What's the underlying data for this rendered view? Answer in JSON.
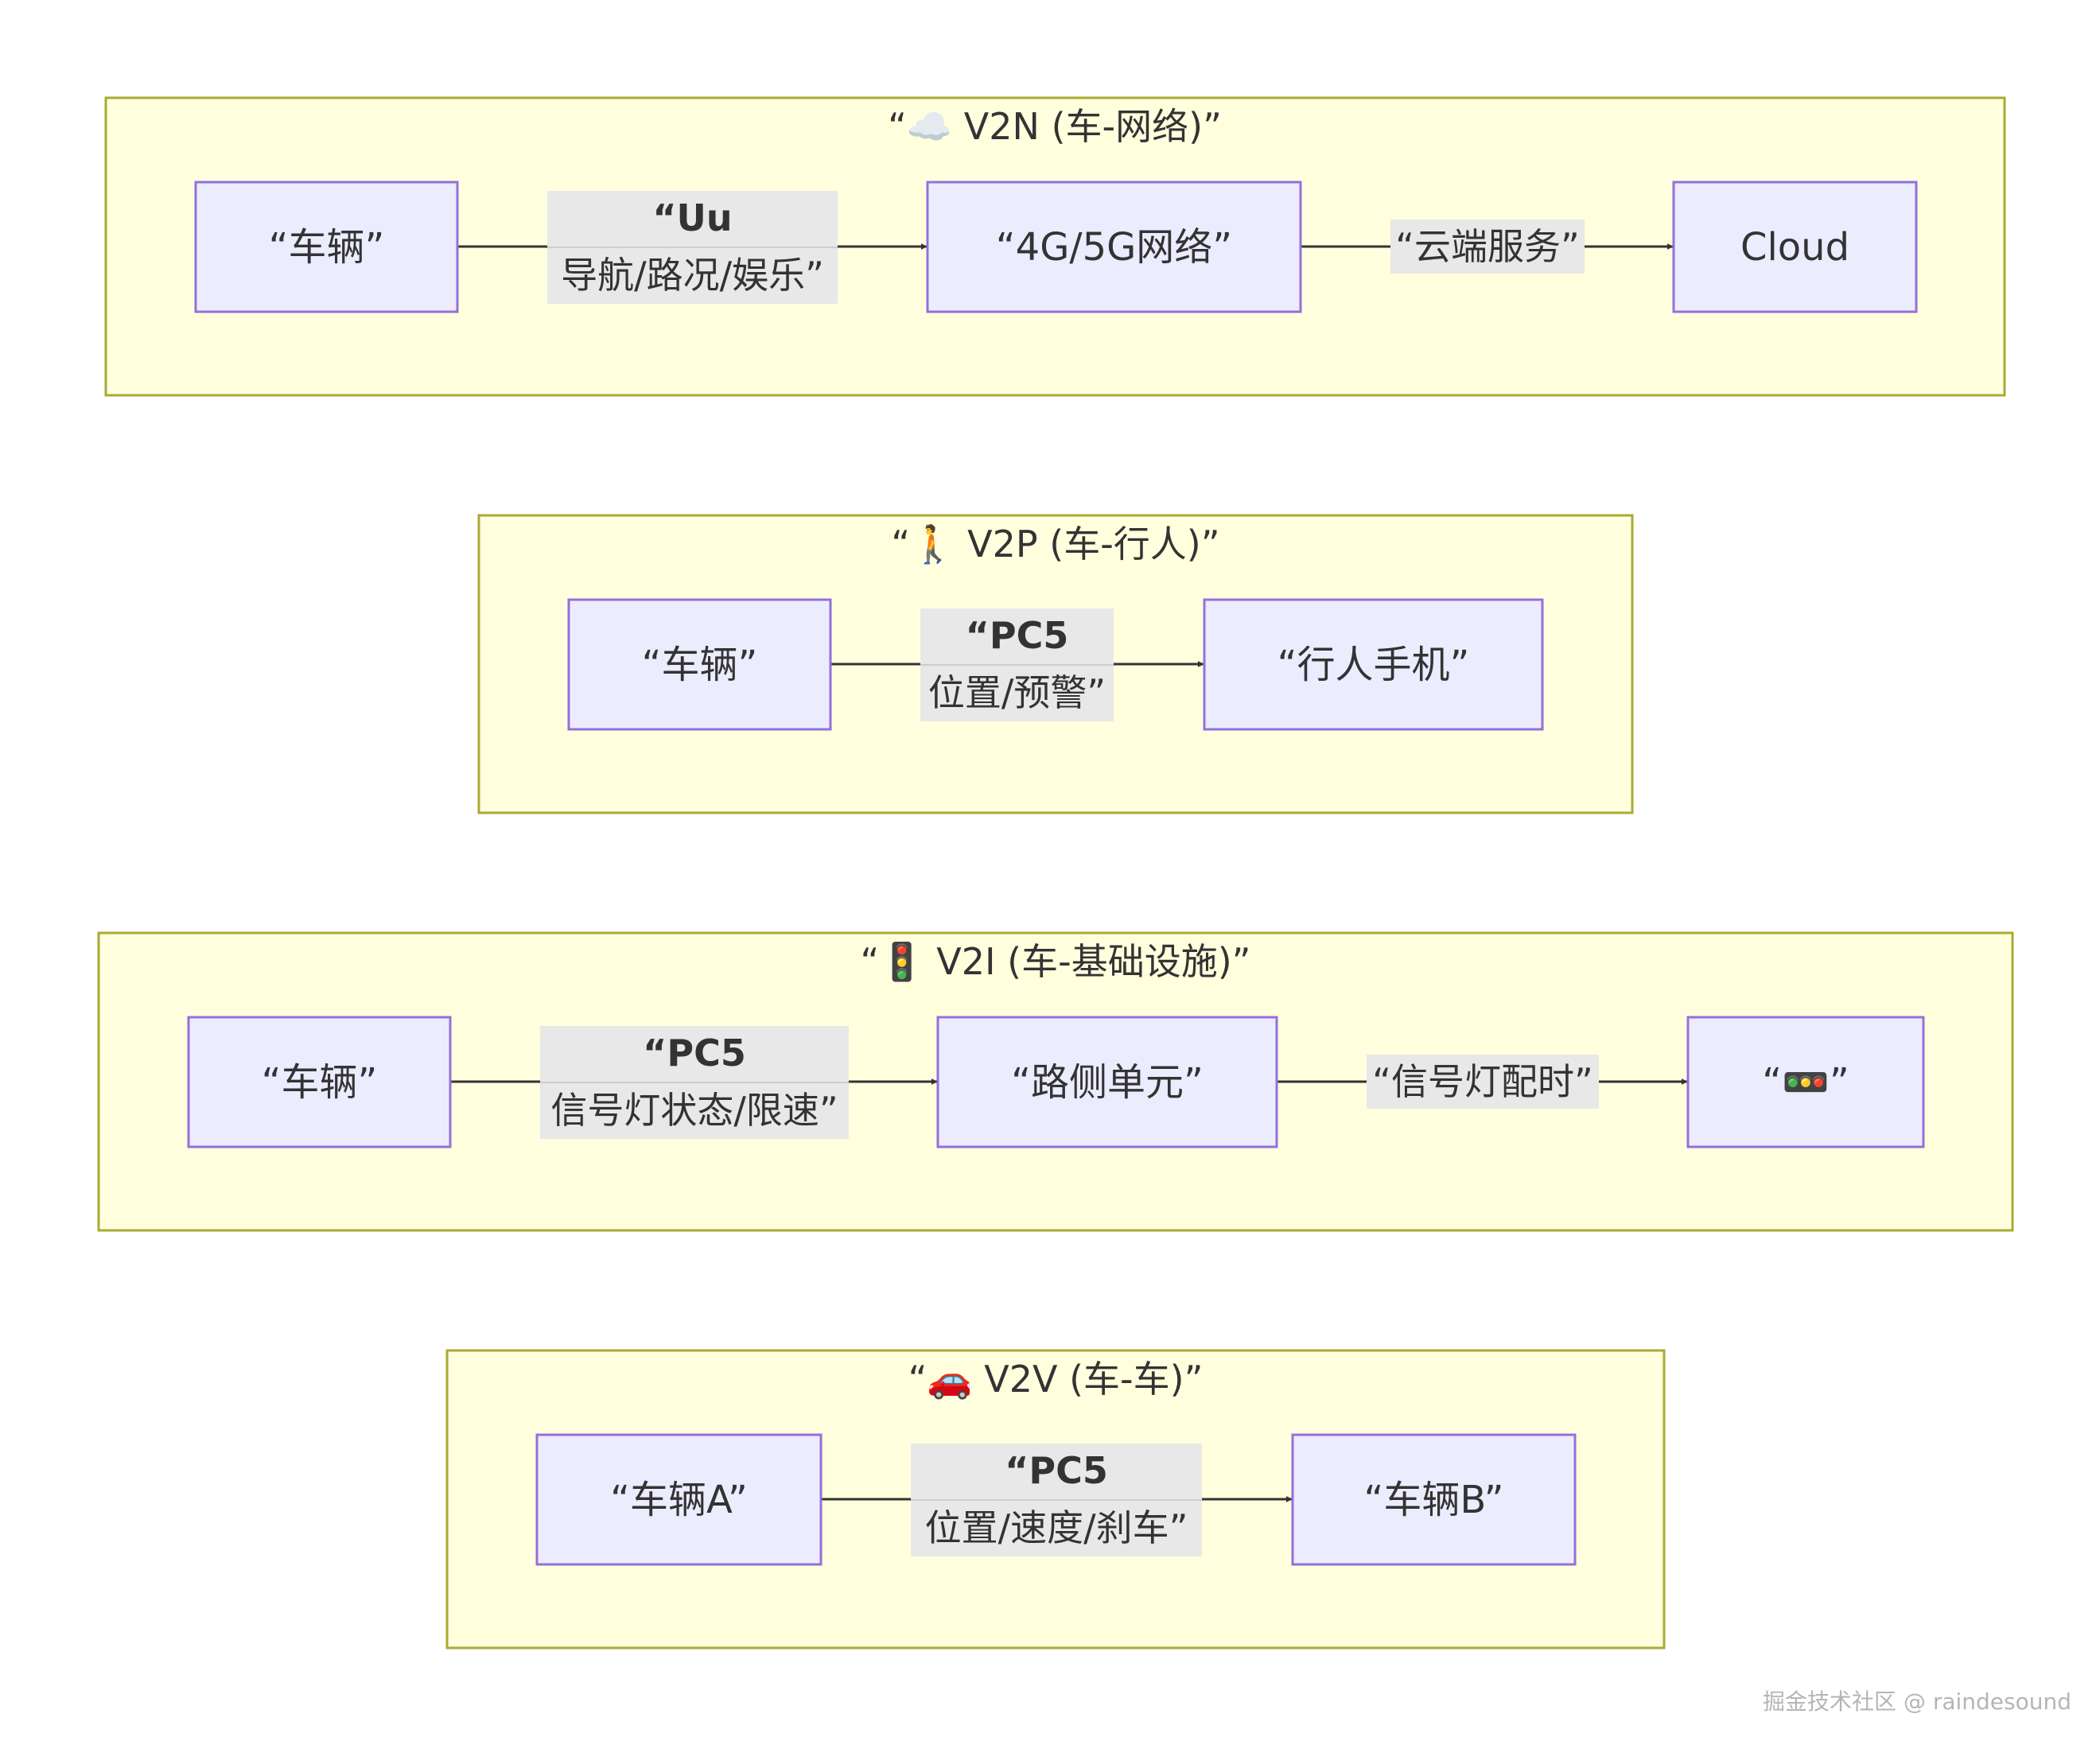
{
  "clusters": {
    "v2n": {
      "title": "“☁️ V2N (车-网络)”"
    },
    "v2p": {
      "title": "“🚶 V2P (车-行人)”"
    },
    "v2i": {
      "title": "“🚦 V2I (车-基础设施)”"
    },
    "v2v": {
      "title": "“🚗 V2V (车-车)”"
    }
  },
  "nodes": {
    "v2n_vehicle": "“车辆”",
    "v2n_network": "“4G/5G网络”",
    "v2n_cloud": "Cloud",
    "v2p_vehicle": "“车辆”",
    "v2p_phone": "“行人手机”",
    "v2i_vehicle": "“车辆”",
    "v2i_rsu": "“路侧单元”",
    "v2i_light": "“🚥”",
    "v2v_a": "“车辆A”",
    "v2v_b": "“车辆B”"
  },
  "edges": {
    "v2n_1": {
      "line1": "“Uu",
      "line2": "导航/路况/娱乐”"
    },
    "v2n_2": {
      "label": "“云端服务”"
    },
    "v2p_1": {
      "line1": "“PC5",
      "line2": "位置/预警”"
    },
    "v2i_1": {
      "line1": "“PC5",
      "line2": "信号灯状态/限速”"
    },
    "v2i_2": {
      "label": "“信号灯配时”"
    },
    "v2v_1": {
      "line1": "“PC5",
      "line2": "位置/速度/刹车”"
    }
  },
  "watermark": "掘金技术社区 @ raindesound"
}
